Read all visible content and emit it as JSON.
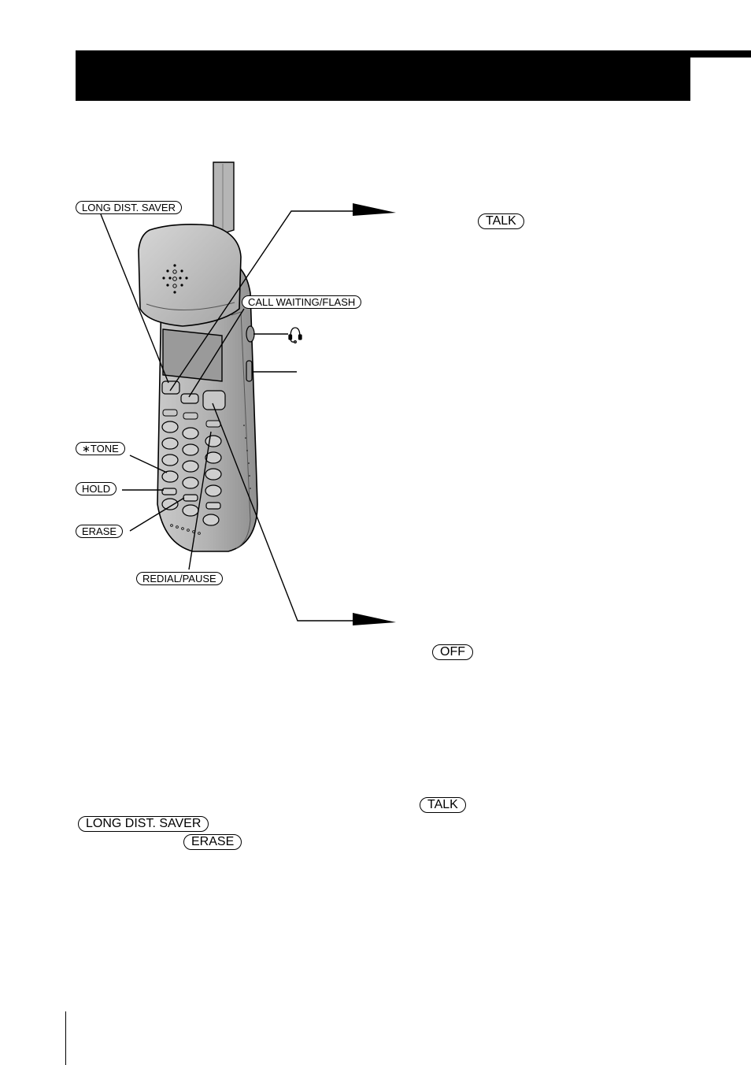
{
  "figure": {
    "labels": {
      "long_dist_saver": "LONG DIST. SAVER",
      "call_waiting_flash": "CALL WAITING/FLASH",
      "tone": "∗TONE",
      "hold": "HOLD",
      "erase": "ERASE",
      "redial_pause": "REDIAL/PAUSE"
    },
    "icons": {
      "headset": "headset-jack-icon"
    }
  },
  "body": {
    "talk_key": "TALK",
    "off_key": "OFF",
    "talk_key_2": "TALK",
    "long_dist_saver_key": "LONG DIST. SAVER",
    "erase_key": "ERASE"
  }
}
